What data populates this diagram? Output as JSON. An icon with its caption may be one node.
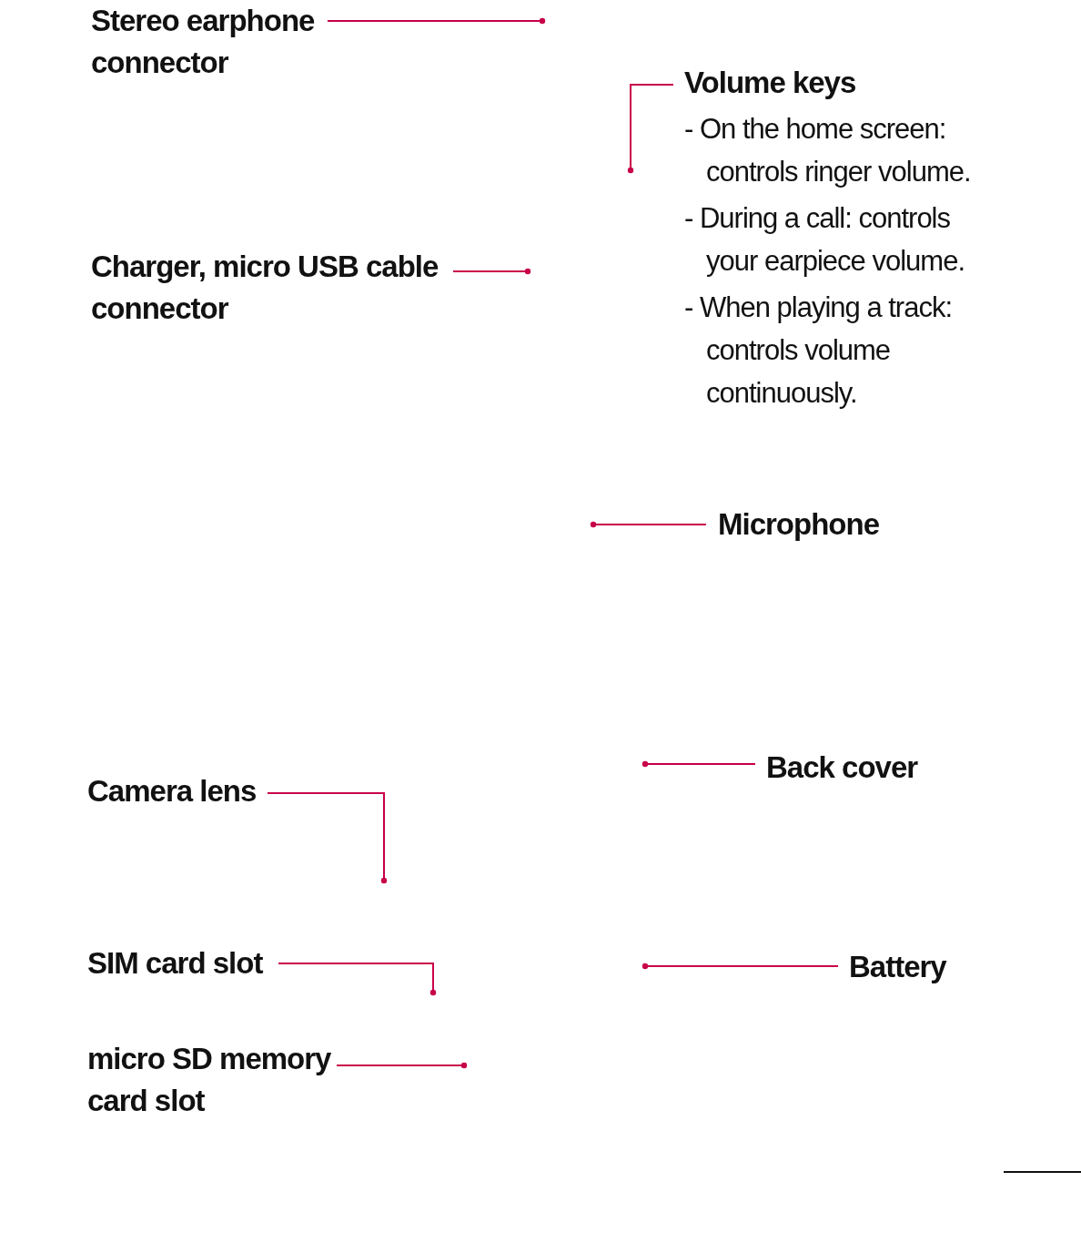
{
  "diagram": {
    "nodes": [
      {
        "text": [
          "Stereo earphone connector"
        ]
      },
      {
        "text": [
          "Charger, micro USB cable connector"
        ]
      },
      {
        "text": [
          "Volume keys",
          "- On the home screen: controls ringer volume.",
          "- During a call: controls your earpiece volume.",
          "- When playing a track: controls volume continuously."
        ]
      },
      {
        "text": [
          "Microphone"
        ]
      },
      {
        "text": [
          "Camera lens"
        ]
      },
      {
        "text": [
          "Back cover"
        ]
      },
      {
        "text": [
          "SIM card slot"
        ]
      },
      {
        "text": [
          "Battery"
        ]
      },
      {
        "text": [
          "micro SD memory card slot"
        ]
      }
    ],
    "edges": [
      {
        "from": 0,
        "to": null,
        "arrow": "other"
      },
      {
        "from": 1,
        "to": null,
        "arrow": "other"
      },
      {
        "from": 2,
        "to": null,
        "arrow": "other"
      },
      {
        "from": 3,
        "to": null,
        "arrow": "other"
      },
      {
        "from": 4,
        "to": null,
        "arrow": "other"
      },
      {
        "from": 5,
        "to": null,
        "arrow": "other"
      },
      {
        "from": 6,
        "to": null,
        "arrow": "other"
      },
      {
        "from": 7,
        "to": null,
        "arrow": "other"
      },
      {
        "from": 8,
        "to": null,
        "arrow": "other"
      }
    ]
  }
}
